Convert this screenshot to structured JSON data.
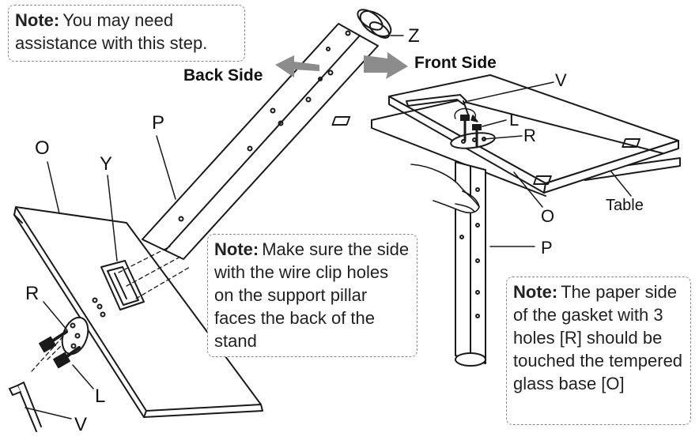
{
  "notes": {
    "assist": {
      "prefix": "Note:",
      "text": "You may need assistance with this step."
    },
    "wire_clip": {
      "prefix": "Note:",
      "text": "Make sure the side with the wire clip holes on the support pillar faces the back of the stand"
    },
    "gasket": {
      "prefix": "Note:",
      "text": "The paper side of the gasket with 3 holes [R] should be touched the tempered glass base [O]"
    }
  },
  "labels": {
    "back_side": "Back Side",
    "front_side": "Front Side",
    "table": "Table",
    "z": "Z",
    "p_left": "P",
    "o_left": "O",
    "y": "Y",
    "r_left": "R",
    "l_left": "L",
    "v_left": "V",
    "v_right": "V",
    "l_right": "L",
    "r_right": "R",
    "o_right": "O",
    "p_right": "P"
  },
  "colors": {
    "line": "#1a1a1a",
    "arrow": "#8c8c8c",
    "note_border": "#8a8a8a"
  }
}
